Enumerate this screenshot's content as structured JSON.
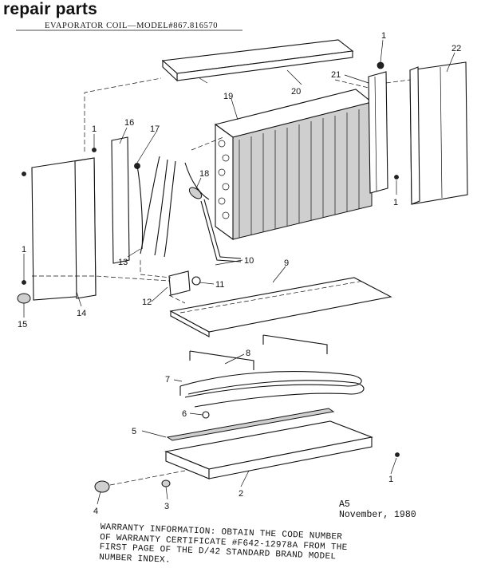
{
  "header": {
    "title": "repair parts",
    "subtitle": "EVAPORATOR COIL—MODEL#867.816570"
  },
  "callouts": [
    "1",
    "22",
    "20",
    "21",
    "19",
    "16",
    "17",
    "1",
    "18",
    "1",
    "13",
    "10",
    "9",
    "11",
    "12",
    "14",
    "15",
    "1",
    "8",
    "7",
    "6",
    "5",
    "1",
    "2",
    "4",
    "3"
  ],
  "footer": {
    "page_code": "A5",
    "date": "November, 1980",
    "warranty_lines": [
      "WARRANTY INFORMATION:  OBTAIN THE CODE NUMBER",
      "OF WARRANTY CERTIFICATE #F642-12978A FROM THE",
      "FIRST PAGE OF THE D/42 STANDARD BRAND MODEL",
      "NUMBER INDEX."
    ]
  }
}
